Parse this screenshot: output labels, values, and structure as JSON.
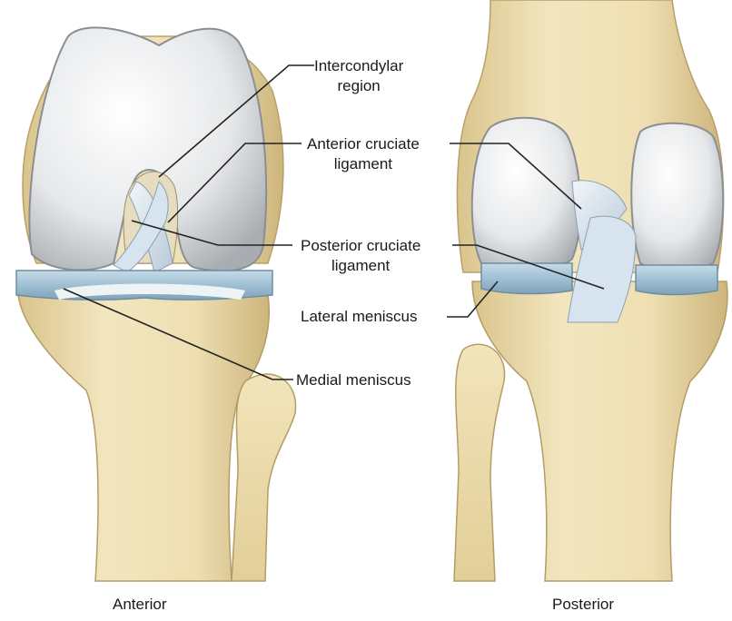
{
  "labels": {
    "intercondylar": {
      "line1": "Intercondylar",
      "line2": "region"
    },
    "acl": {
      "line1": "Anterior cruciate",
      "line2": "ligament"
    },
    "pcl": {
      "line1": "Posterior cruciate",
      "line2": "ligament"
    },
    "lateral_meniscus": "Lateral meniscus",
    "medial_meniscus": "Medial meniscus"
  },
  "views": {
    "anterior": "Anterior",
    "posterior": "Posterior"
  },
  "colors": {
    "bone": "#eedfb2",
    "bone_shadow": "#c9b27a",
    "cartilage": "#e8eaec",
    "meniscus": "#a9c6d8",
    "ligament": "#dfe9f1",
    "leader_line": "#222222"
  }
}
